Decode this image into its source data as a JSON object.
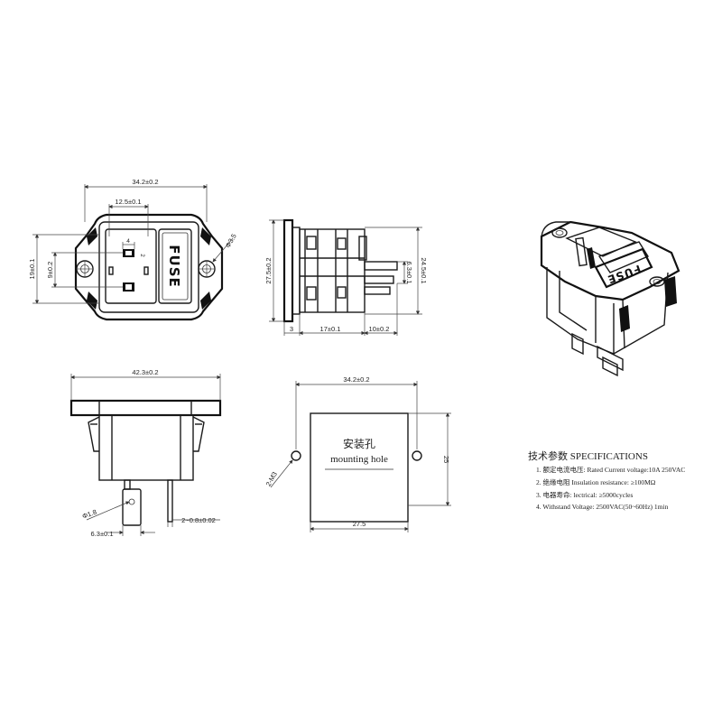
{
  "front_view": {
    "dim_width": "34.2±0.2",
    "dim_pitch": "12.5±0.1",
    "dim_height": "19±0.1",
    "dim_inner": "9±0.2",
    "dim_hole": "Φ3.5",
    "dim_pin_a": "4",
    "dim_pin_b": "2",
    "fuse_label": "FUSE"
  },
  "side_view": {
    "dim_height": "27.5±0.2",
    "dim_right_height": "24.5±0.1",
    "dim_tab_height": "6.3±0.1",
    "dim_flange": "3",
    "dim_body": "17±0.1",
    "dim_tab": "10±0.2"
  },
  "top_view": {
    "dim_width": "42.3±0.2",
    "dim_pin_dia": "Φ1.8",
    "dim_tab_width": "6.3±0.1",
    "dim_panel": "2~0.8±0.02"
  },
  "cutout_view": {
    "dim_width": "34.2±0.2",
    "dim_holes": "2-M3",
    "title_cn": "安装孔",
    "title_en": "mounting hole",
    "dim_side": "25",
    "dim_bottom": "27.5"
  },
  "iso_view": {
    "fuse_label": "FUSE"
  },
  "specifications": {
    "heading": "技术参数 SPECIFICATIONS",
    "items": [
      "1. 额定电流电压: Rated Current voltage:10A 250VAC",
      "2. 绝缘电阻 Insulation resistance: ≥100MΩ",
      "3. 电器寿命: lectrical: ≥5000cycles",
      "4. Withstand Voltage: 2500VAC(50~60Hz) 1min"
    ]
  }
}
